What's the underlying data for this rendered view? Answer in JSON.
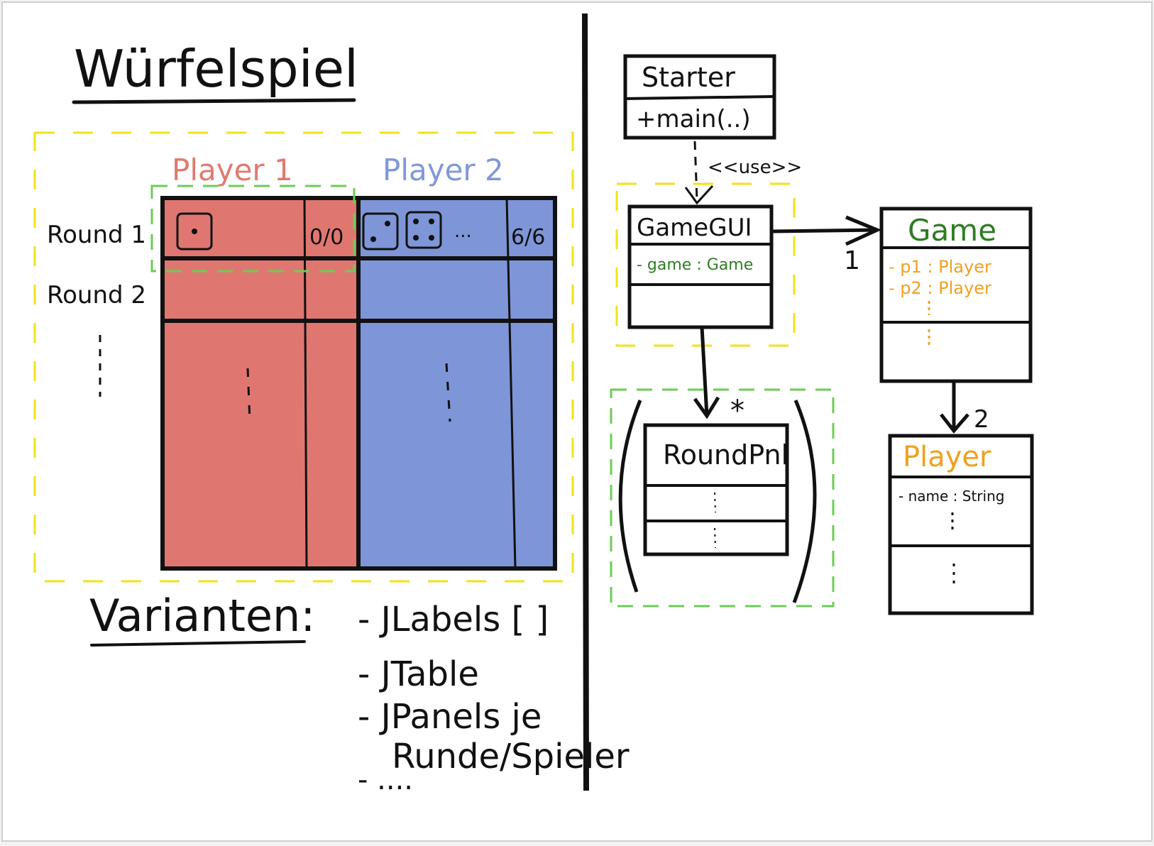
{
  "title": "Würfelspiel",
  "mockup": {
    "player1": "Player 1",
    "player2": "Player 2",
    "round1": "Round 1",
    "round2": "Round 2",
    "p1_score": "0/0",
    "p2_score": "6/6",
    "p2_more": "...",
    "p1_color": "#df7770",
    "p2_color": "#7e96d8",
    "p1_label_color": "#e07a70",
    "p2_label_color": "#7f98d8"
  },
  "variants": {
    "heading": "Varianten:",
    "items": [
      "- JLabels [ ]",
      "- JTable",
      "- JPanels je",
      "Runde/Spieler",
      "- ...."
    ]
  },
  "uml": {
    "starter": {
      "name": "Starter",
      "method": "+main(..)"
    },
    "use_label": "<<use>>",
    "gamegui": {
      "name": "GameGUI",
      "attr": "- game : Game"
    },
    "game": {
      "name": "Game",
      "attr1": "- p1 : Player",
      "attr2": "- p2 : Player",
      "color": "#2e7d22",
      "attr_color": "#f0a020"
    },
    "player": {
      "name": "Player",
      "attr": "- name : String",
      "color": "#f0a020"
    },
    "roundpnl": {
      "name": "RoundPnl"
    },
    "mult_game": "1",
    "mult_round": "*",
    "mult_player": "2",
    "gamegui_attr_color": "#2e7d22"
  }
}
